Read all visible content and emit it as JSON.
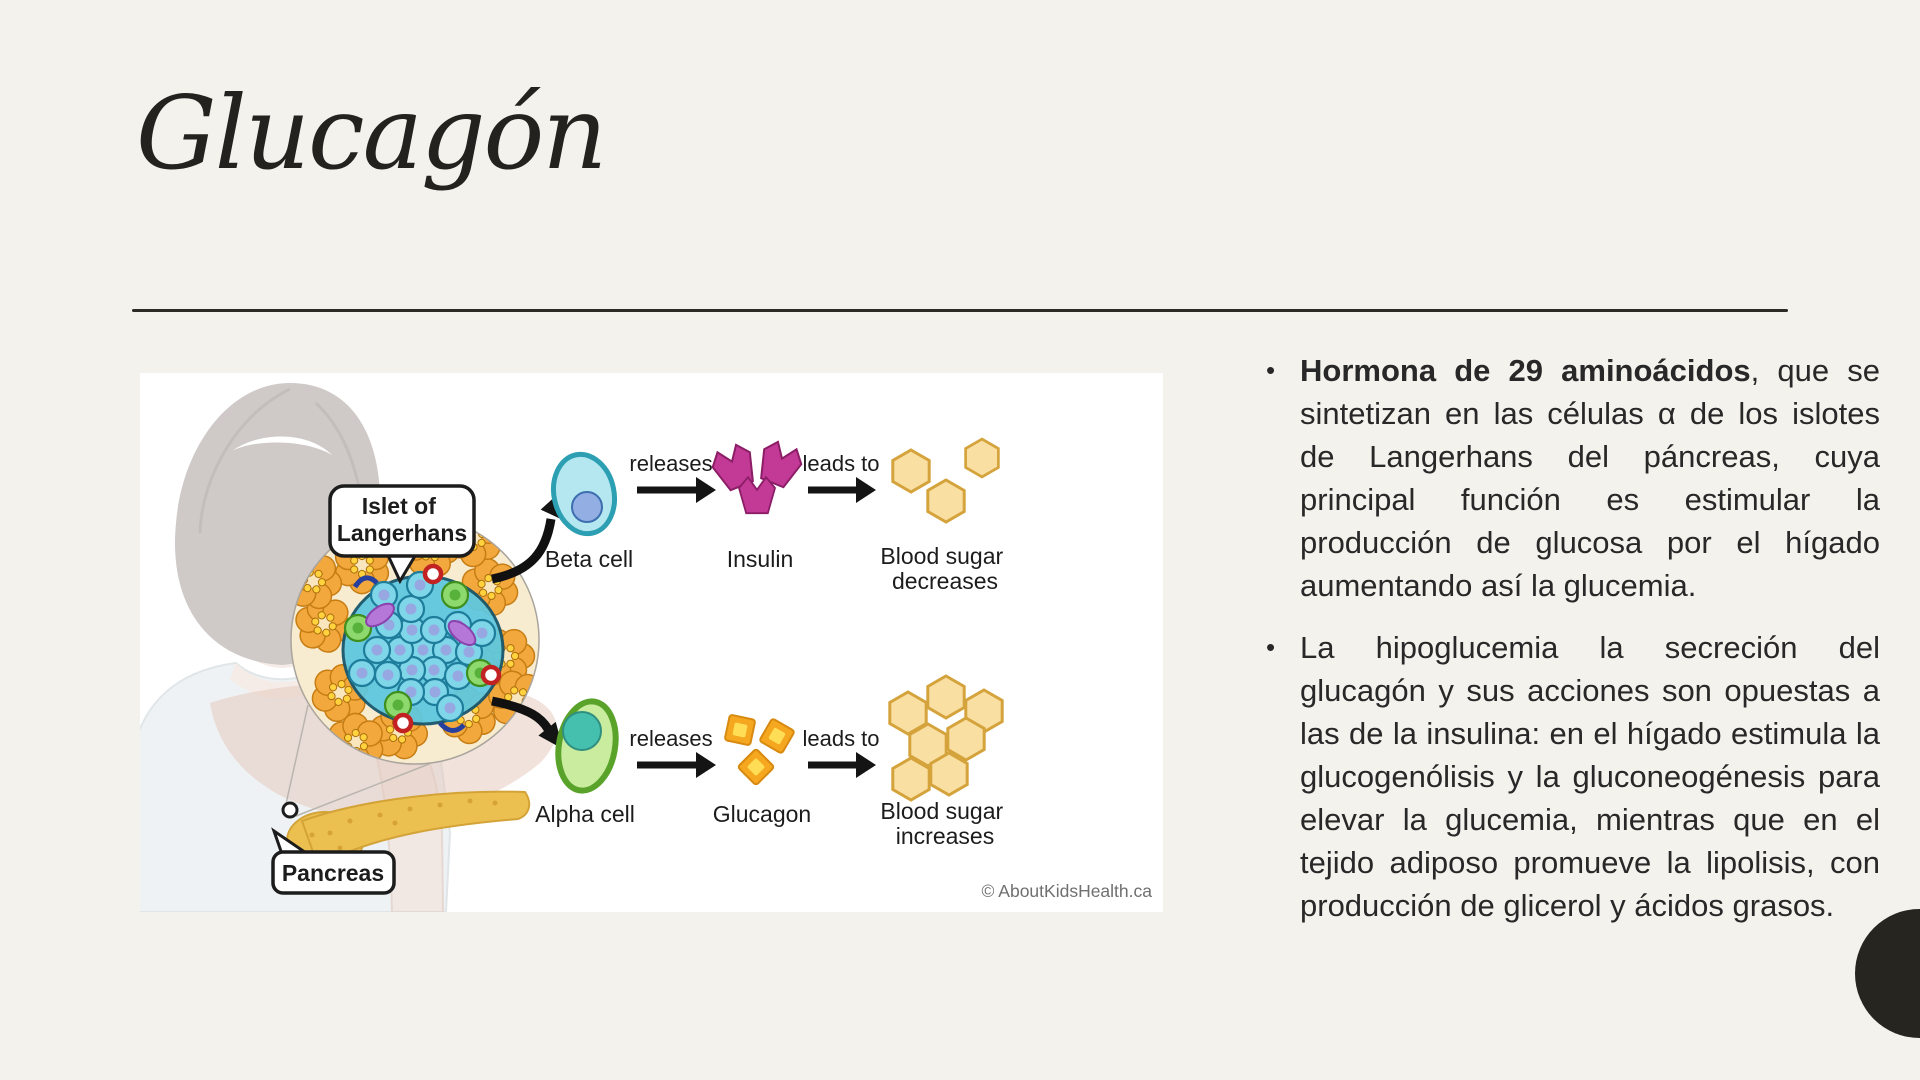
{
  "slide": {
    "title": "Glucagón",
    "background_color": "#f3f2ed",
    "text_color": "#282828",
    "accent_circle_color": "#26251f"
  },
  "bullets": [
    {
      "lead": "Hormona de 29 aminoácidos",
      "text": ", que se sintetizan en las células α de los islotes de Langerhans del páncreas, cuya principal función es estimular la producción de glucosa por el hígado aumentando así la glucemia."
    },
    {
      "lead": "",
      "text": "La hipoglucemia la secreción del glucagón y sus acciones son opuestas a las de la insulina: en el hígado estimula la glucogenólisis y la gluconeogénesis para elevar la glucemia, mientras que en el tejido adiposo promueve la lipolisis, con producción de glicerol y ácidos grasos."
    }
  ],
  "figure": {
    "credit": "© AboutKidsHealth.ca",
    "labels": {
      "islet_line1": "Islet of",
      "islet_line2": "Langerhans",
      "pancreas": "Pancreas",
      "beta_cell": "Beta cell",
      "insulin": "Insulin",
      "releases_top": "releases",
      "leads_to_top": "leads to",
      "blood_sugar_top_line1": "Blood sugar",
      "blood_sugar_top_line2": "decreases",
      "alpha_cell": "Alpha cell",
      "glucagon": "Glucagon",
      "releases_bottom": "releases",
      "leads_to_bottom": "leads to",
      "blood_sugar_bottom_line1": "Blood sugar",
      "blood_sugar_bottom_line2": "increases"
    },
    "colors": {
      "beta_cell_fill": "#b5e7f0",
      "insulin_fill": "#c23a95",
      "alpha_cell_fill": "#c9ec9f",
      "glucagon_fill": "#f4a71f",
      "blood_sugar_fill": "#f9dfa2"
    }
  }
}
